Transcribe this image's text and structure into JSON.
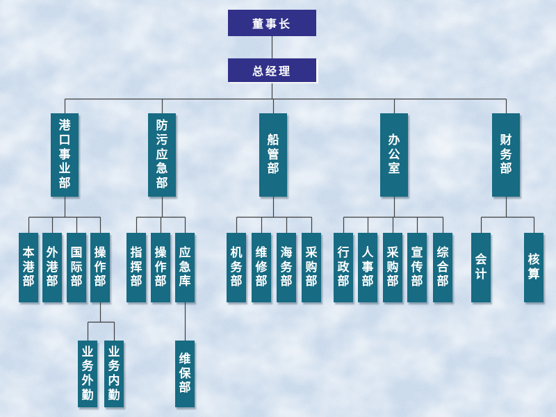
{
  "colors": {
    "level1_fill": "#313189",
    "dept_fill": "#176b82",
    "line": "#3f3f3f",
    "text": "#ffffff",
    "bg_base": "#c6d7ea"
  },
  "org": {
    "chairman": "董事长",
    "general_manager": "总经理",
    "departments": [
      {
        "label": "港口事业部",
        "children": [
          {
            "label": "本港部"
          },
          {
            "label": "外港部"
          },
          {
            "label": "国际部"
          },
          {
            "label": "操作部",
            "children": [
              {
                "label": "业务外勤"
              },
              {
                "label": "业务内勤"
              }
            ]
          }
        ]
      },
      {
        "label": "防污应急部",
        "children": [
          {
            "label": "指挥部"
          },
          {
            "label": "操作部"
          },
          {
            "label": "应急库",
            "children": [
              {
                "label": "维保部"
              }
            ]
          }
        ]
      },
      {
        "label": "船管部",
        "children": [
          {
            "label": "机务部"
          },
          {
            "label": "维修部"
          },
          {
            "label": "海务部"
          },
          {
            "label": "采购部"
          }
        ]
      },
      {
        "label": "办公室",
        "children": [
          {
            "label": "行政部"
          },
          {
            "label": "人事部"
          },
          {
            "label": "采购部"
          },
          {
            "label": "宣传部"
          },
          {
            "label": "综合部"
          }
        ]
      },
      {
        "label": "财务部",
        "children": [
          {
            "label": "会计"
          },
          {
            "label": "核算"
          }
        ]
      }
    ]
  }
}
